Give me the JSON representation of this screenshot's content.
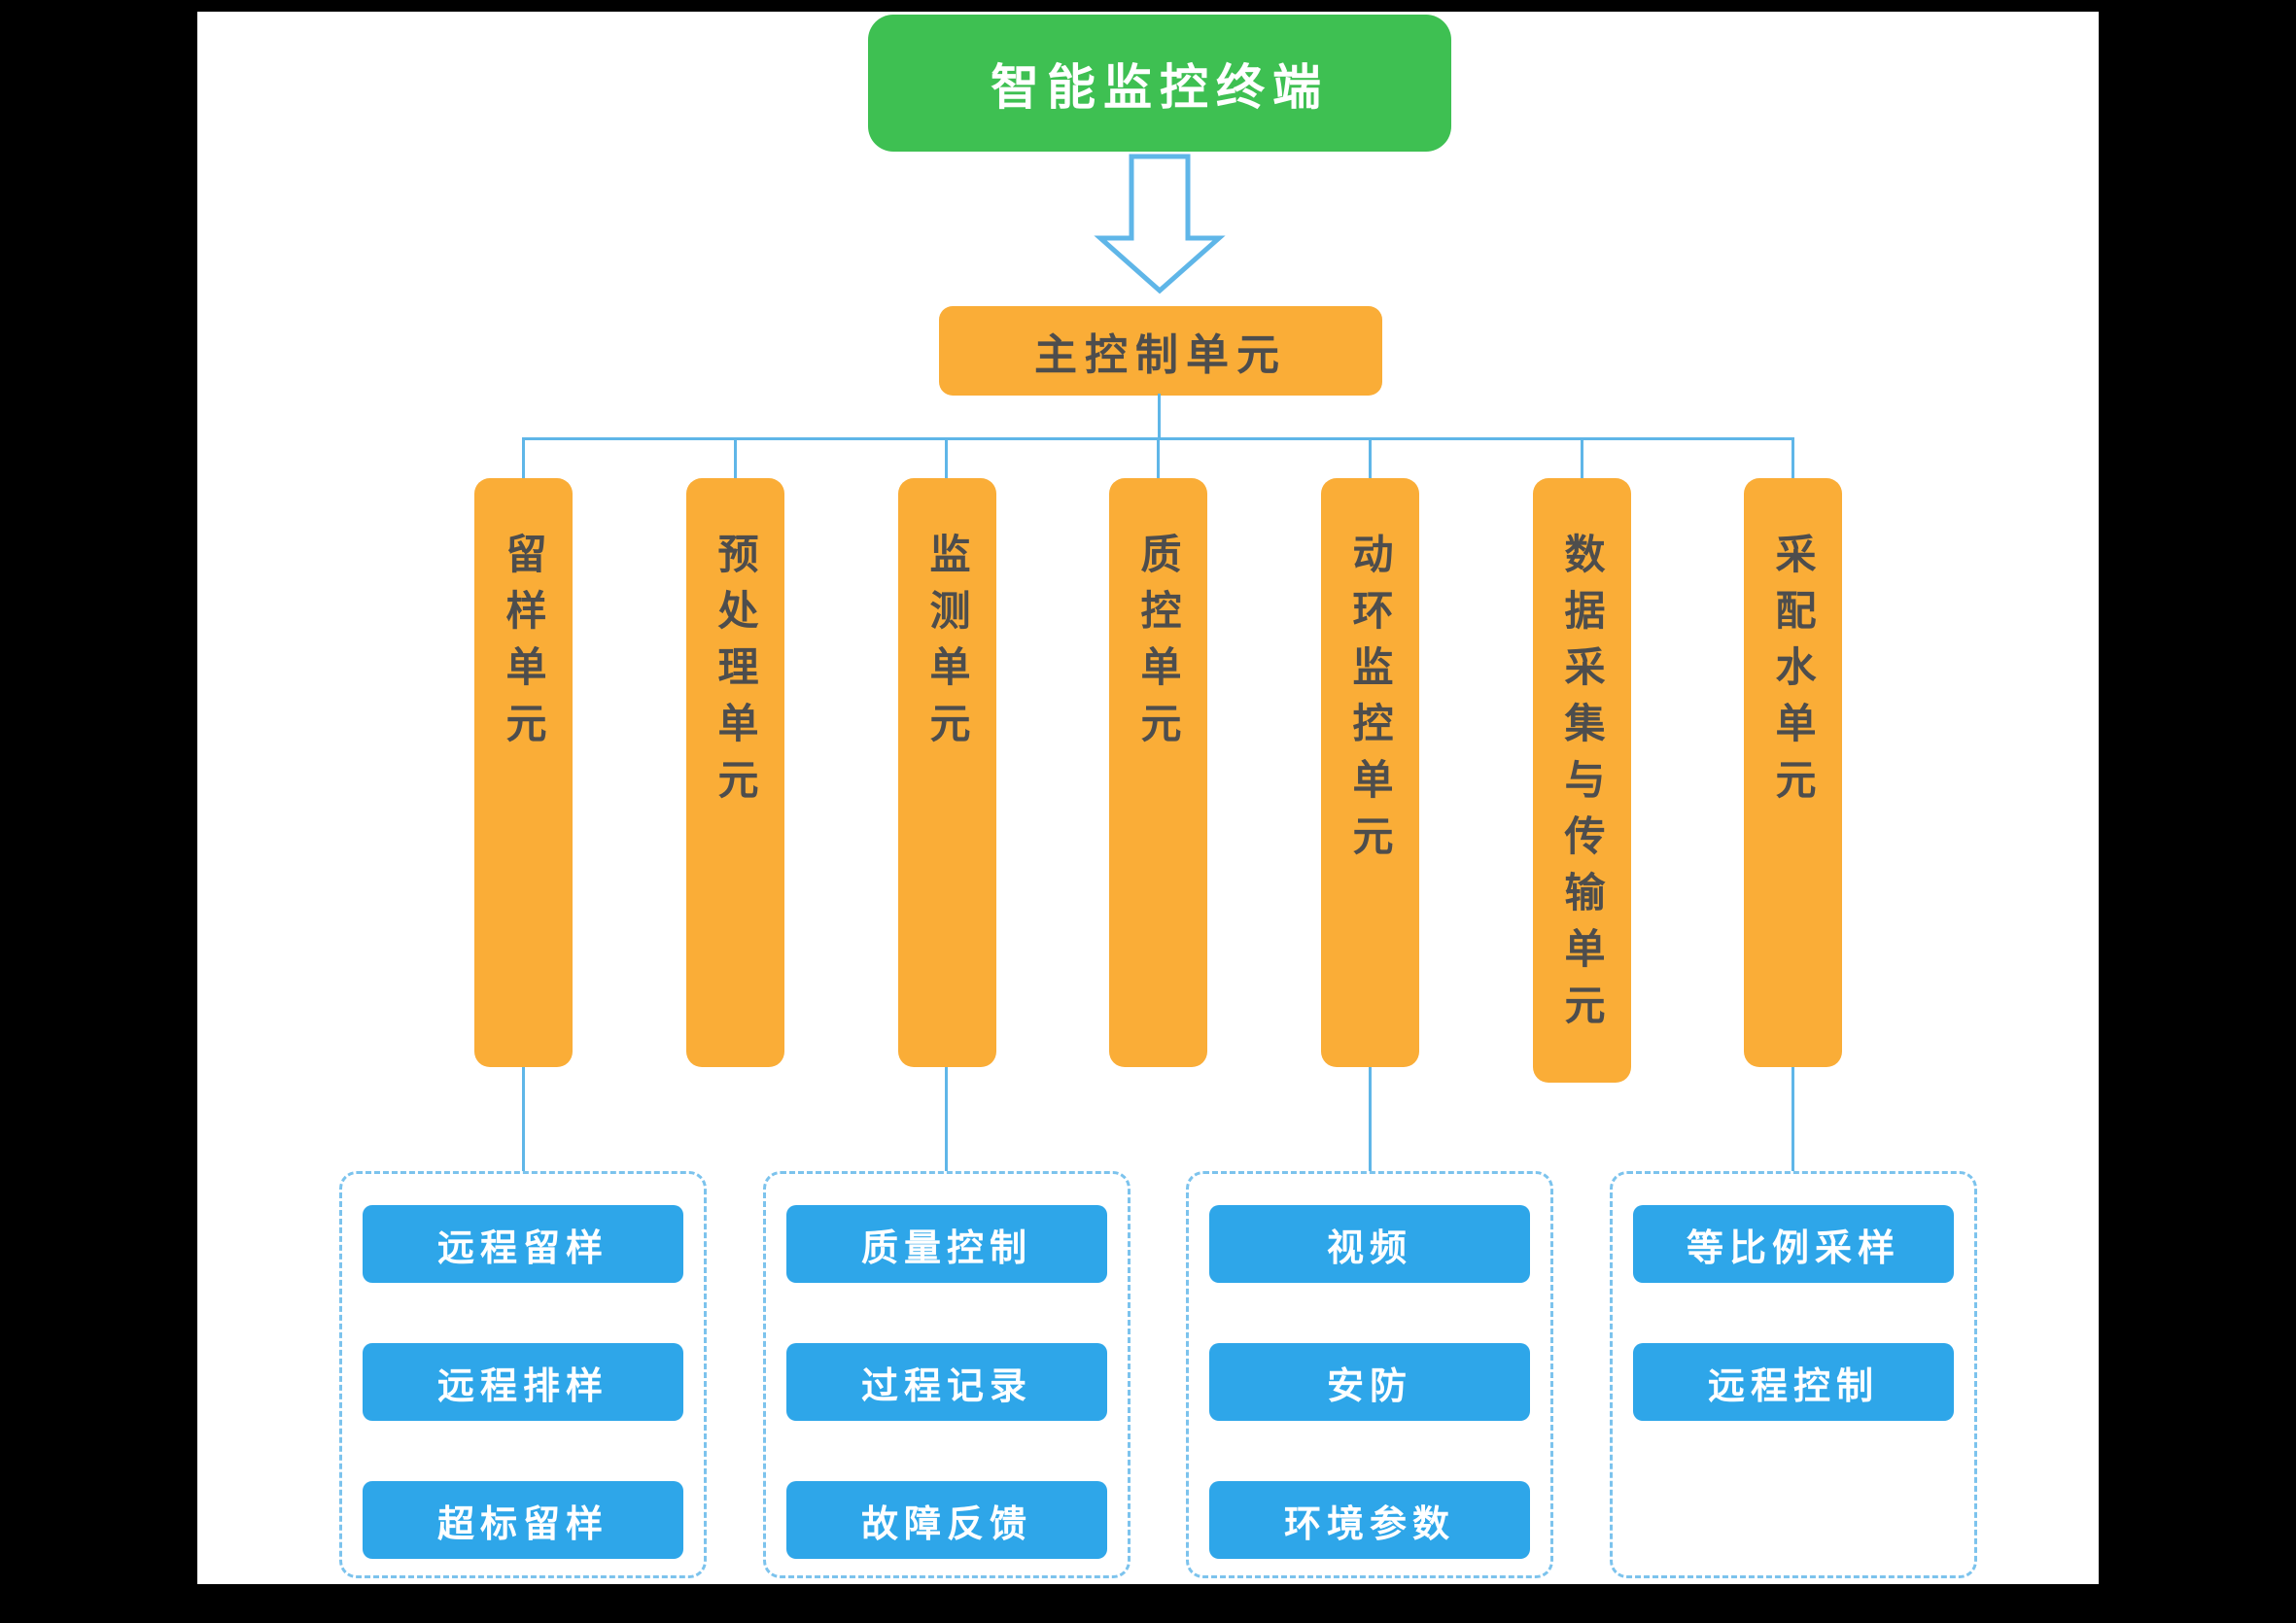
{
  "diagram": {
    "root": {
      "label": "智能监控终端"
    },
    "main": {
      "label": "主控制单元"
    },
    "units": [
      {
        "label": "留样单元"
      },
      {
        "label": "预处理单元"
      },
      {
        "label": "监测单元"
      },
      {
        "label": "质控单元"
      },
      {
        "label": "动环监控单元"
      },
      {
        "label": "数据采集与传输单元"
      },
      {
        "label": "采配水单元"
      }
    ],
    "groups": [
      {
        "parent": "留样单元",
        "items": [
          "远程留样",
          "远程排样",
          "超标留样"
        ]
      },
      {
        "parent": "监测单元",
        "items": [
          "质量控制",
          "过程记录",
          "故障反馈"
        ]
      },
      {
        "parent": "动环监控单元",
        "items": [
          "视频",
          "安防",
          "环境参数"
        ]
      },
      {
        "parent": "采配水单元",
        "items": [
          "等比例采样",
          "远程控制"
        ]
      }
    ]
  },
  "colors": {
    "root-green": "#3EC052",
    "unit-orange": "#FAAD37",
    "item-blue": "#2EA6E9",
    "line-blue": "#5FB6E8",
    "dash-blue": "#7CC3ED",
    "unit-text": "#4D4D4D"
  }
}
